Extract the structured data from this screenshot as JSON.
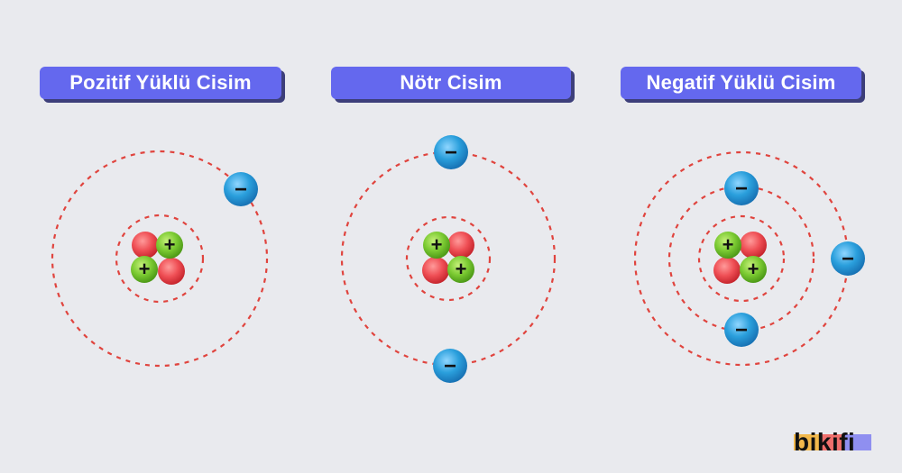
{
  "labels": {
    "positive": "Pozitif Yüklü Cisim",
    "neutral": "Nötr Cisim",
    "negative": "Negatif Yüklü Cisim"
  },
  "symbols": {
    "plus": "+",
    "minus": "−"
  },
  "brand": {
    "name": "bikifi"
  },
  "colors": {
    "background": "#e9eaee",
    "label_bg": "#6468ee",
    "orbit": "#e0443e",
    "proton": "#7ccb33",
    "neutron": "#ef4f55",
    "electron": "#2a9fdc"
  },
  "atoms": [
    {
      "name": "positive",
      "protons": 2,
      "neutrons": 2,
      "electrons": 1
    },
    {
      "name": "neutral",
      "protons": 2,
      "neutrons": 2,
      "electrons": 2
    },
    {
      "name": "negative",
      "protons": 2,
      "neutrons": 2,
      "electrons": 3
    }
  ]
}
